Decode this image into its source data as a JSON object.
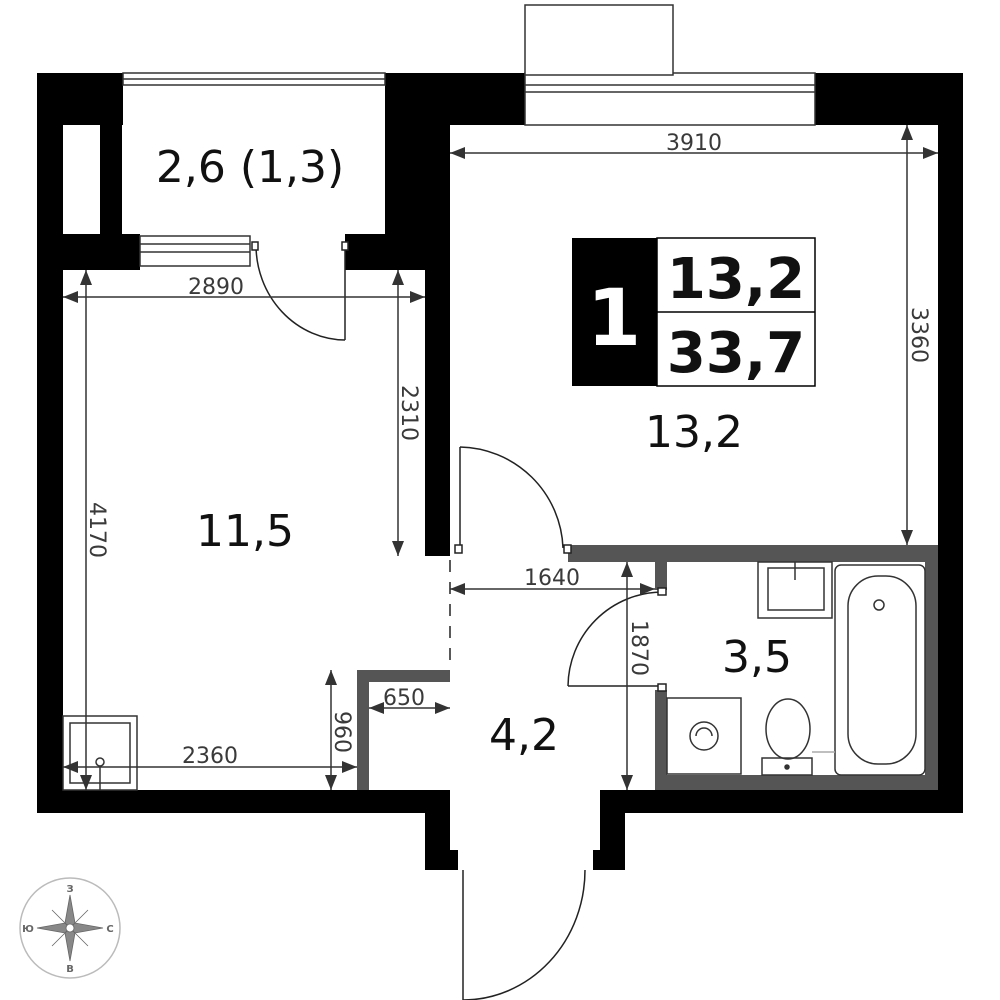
{
  "badge": {
    "rooms": "1",
    "living_area": "13,2",
    "total_area": "33,7"
  },
  "rooms": {
    "balcony": "2,6 (1,3)",
    "room_left": "11,5",
    "room_right": "13,2",
    "bathroom": "3,5",
    "hallway": "4,2"
  },
  "dimensions": {
    "right_width": "3910",
    "right_height": "3360",
    "left_width": "2890",
    "left_partial_height": "2310",
    "left_height": "4170",
    "corridor_width": "1640",
    "bath_height": "1870",
    "niche_width": "650",
    "niche_height": "960",
    "bottom_width": "2360"
  },
  "compass": {
    "north": "З",
    "south": "В",
    "west": "Ю",
    "east": "С"
  },
  "colors": {
    "wall": "#000000",
    "partition": "#555555",
    "dimension_line": "#333333"
  }
}
